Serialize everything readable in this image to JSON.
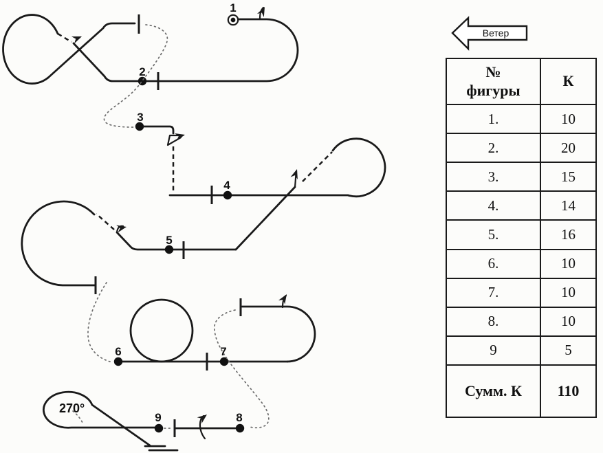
{
  "wind": {
    "label": "Ветер"
  },
  "table": {
    "header": {
      "col1": "№\nфигуры",
      "col2": "К"
    },
    "rows": [
      [
        "1.",
        "10"
      ],
      [
        "2.",
        "20"
      ],
      [
        "3.",
        "15"
      ],
      [
        "4.",
        "14"
      ],
      [
        "5.",
        "16"
      ],
      [
        "6.",
        "10"
      ],
      [
        "7.",
        "10"
      ],
      [
        "8.",
        "10"
      ],
      [
        "9",
        "5"
      ]
    ],
    "total": {
      "label": "Сумм. К",
      "value": "110"
    }
  },
  "figures": {
    "f1": "1",
    "f2": "2",
    "f3": "3",
    "f4": "4",
    "f5": "5",
    "f6": "6",
    "f7": "7",
    "f8": "8",
    "f9": "9",
    "turn_angle": "270°"
  },
  "colors": {
    "ink": "#1a1a1a",
    "paper": "#fcfcfa",
    "connector": "#6b6b6b"
  }
}
